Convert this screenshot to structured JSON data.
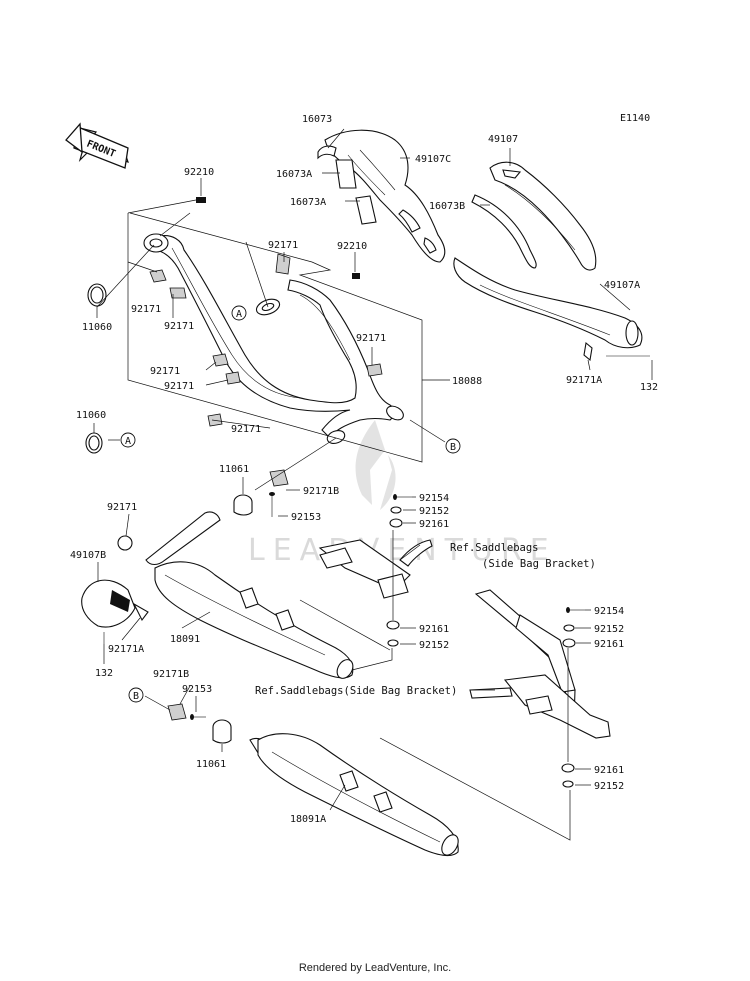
{
  "diagram_code": "E1140",
  "front_label": "FRONT",
  "watermark": "LEADVENTURE",
  "footer": "Rendered by LeadVenture, Inc.",
  "callouts": {
    "a": "A",
    "b": "B"
  },
  "refs": {
    "saddlebags_1_line1": "Ref.Saddlebags",
    "saddlebags_1_line2": "(Side Bag Bracket)",
    "saddlebags_2": "Ref.Saddlebags(Side Bag Bracket)"
  },
  "parts": [
    {
      "id": "p16073",
      "num": "16073"
    },
    {
      "id": "p16073a_1",
      "num": "16073A"
    },
    {
      "id": "p16073a_2",
      "num": "16073A"
    },
    {
      "id": "p49107c",
      "num": "49107C"
    },
    {
      "id": "p49107",
      "num": "49107"
    },
    {
      "id": "p16073b",
      "num": "16073B"
    },
    {
      "id": "p49107a",
      "num": "49107A"
    },
    {
      "id": "p92171a_1",
      "num": "92171A"
    },
    {
      "id": "p132_1",
      "num": "132"
    },
    {
      "id": "p92210_1",
      "num": "92210"
    },
    {
      "id": "p92210_2",
      "num": "92210"
    },
    {
      "id": "p92171_1",
      "num": "92171"
    },
    {
      "id": "p92171_2",
      "num": "92171"
    },
    {
      "id": "p92171_3",
      "num": "92171"
    },
    {
      "id": "p92171_4",
      "num": "92171"
    },
    {
      "id": "p92171_5",
      "num": "92171"
    },
    {
      "id": "p92171_6",
      "num": "92171"
    },
    {
      "id": "p92171_7",
      "num": "92171"
    },
    {
      "id": "p11060_1",
      "num": "11060"
    },
    {
      "id": "p11060_2",
      "num": "11060"
    },
    {
      "id": "p18088",
      "num": "18088"
    },
    {
      "id": "p11061_1",
      "num": "11061"
    },
    {
      "id": "p92171b_1",
      "num": "92171B"
    },
    {
      "id": "p92153_1",
      "num": "92153"
    },
    {
      "id": "p92154_1",
      "num": "92154"
    },
    {
      "id": "p92152_1",
      "num": "92152"
    },
    {
      "id": "p92161_1",
      "num": "92161"
    },
    {
      "id": "p92171_8",
      "num": "92171"
    },
    {
      "id": "p49107b",
      "num": "49107B"
    },
    {
      "id": "p92171a_2",
      "num": "92171A"
    },
    {
      "id": "p132_2",
      "num": "132"
    },
    {
      "id": "p18091",
      "num": "18091"
    },
    {
      "id": "p92161_2",
      "num": "92161"
    },
    {
      "id": "p92152_2",
      "num": "92152"
    },
    {
      "id": "p92154_2",
      "num": "92154"
    },
    {
      "id": "p92152_3",
      "num": "92152"
    },
    {
      "id": "p92161_3",
      "num": "92161"
    },
    {
      "id": "p92171b_2",
      "num": "92171B"
    },
    {
      "id": "p92153_2",
      "num": "92153"
    },
    {
      "id": "p11061_2",
      "num": "11061"
    },
    {
      "id": "p18091a",
      "num": "18091A"
    },
    {
      "id": "p92161_4",
      "num": "92161"
    },
    {
      "id": "p92152_4",
      "num": "92152"
    }
  ]
}
